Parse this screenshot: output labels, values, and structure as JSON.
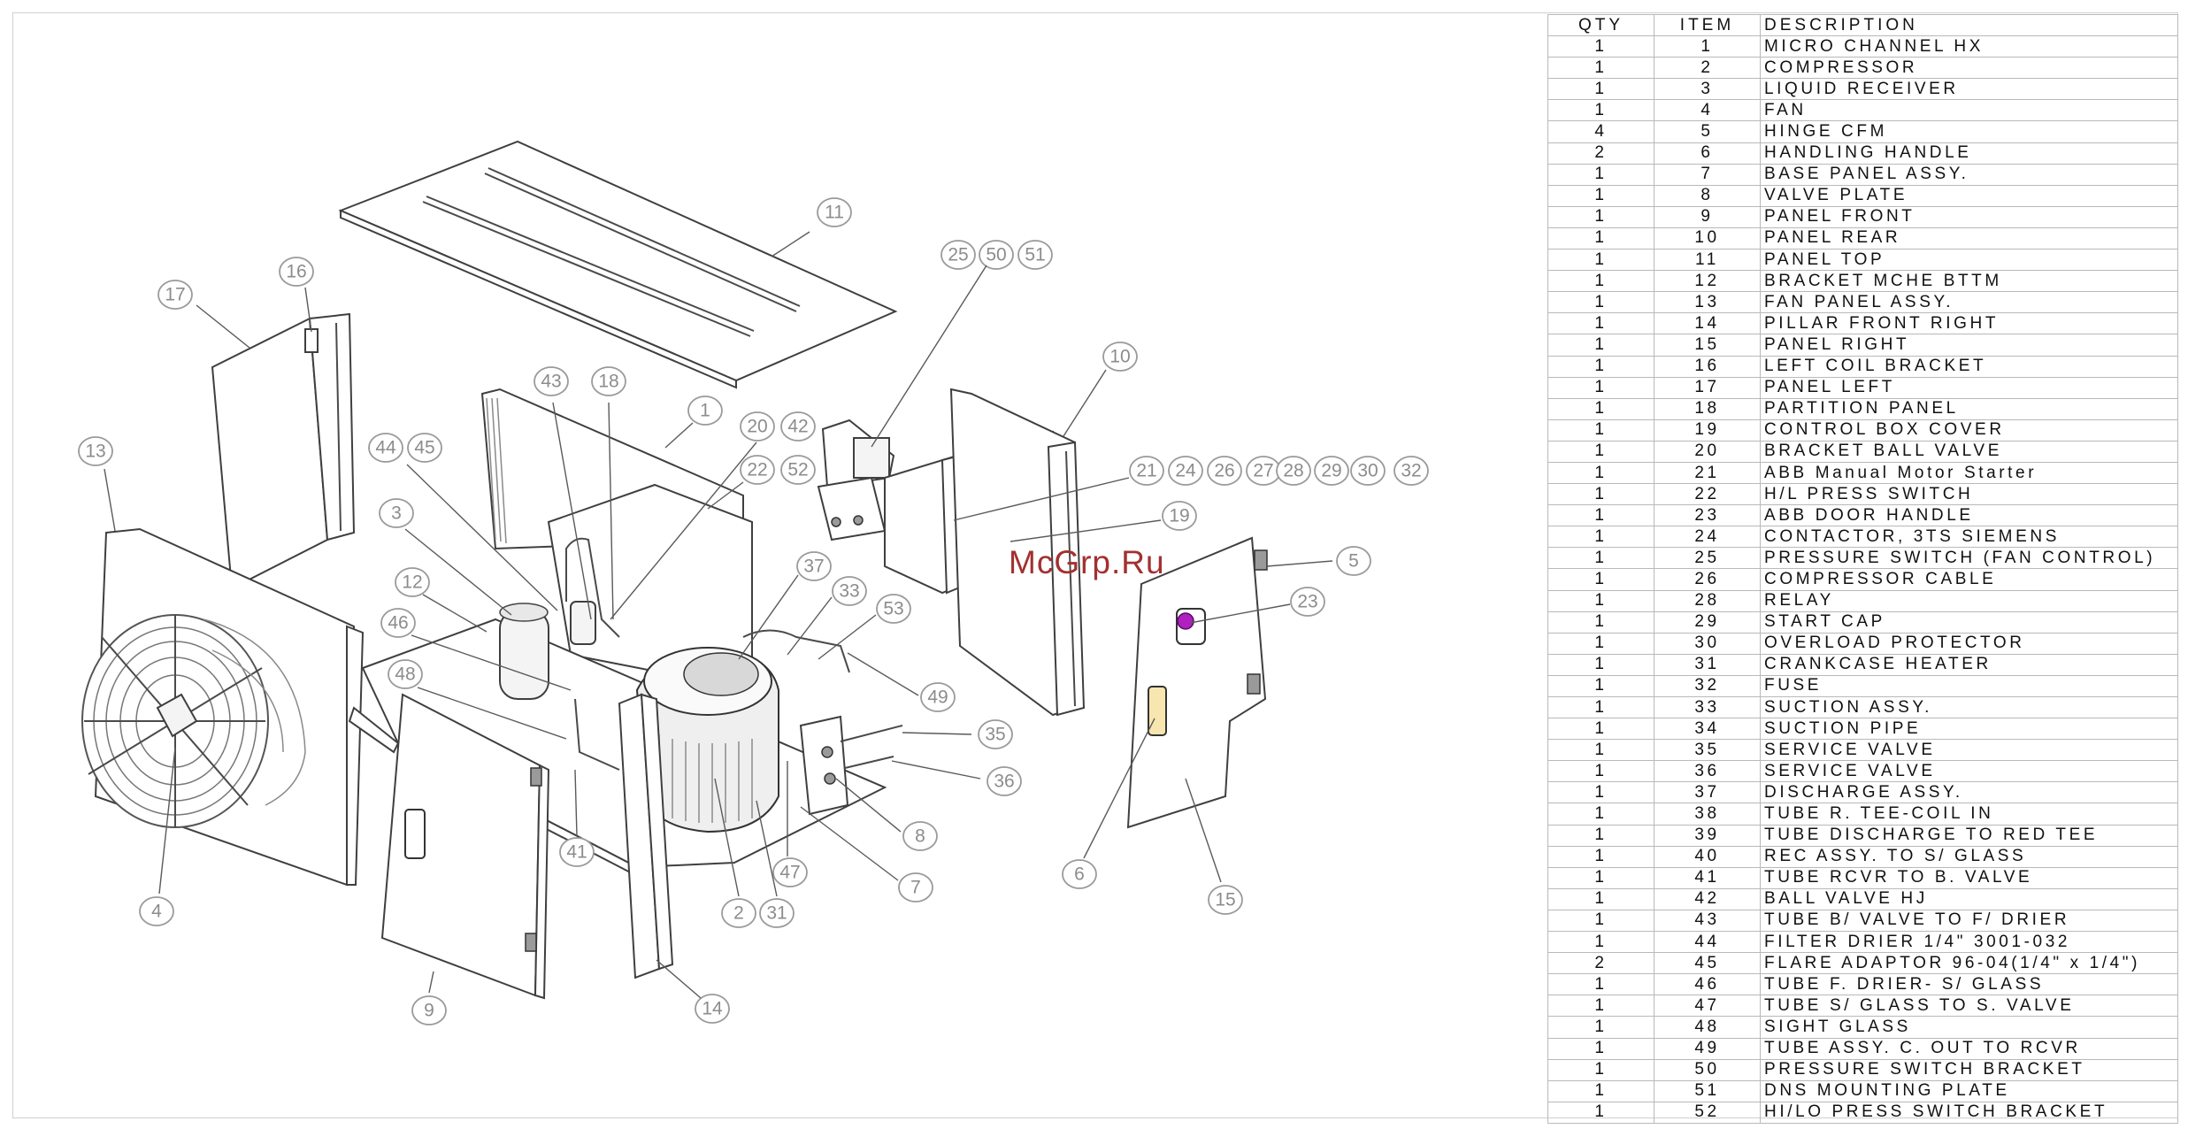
{
  "watermark": "McGrp.Ru",
  "bom": {
    "headers": {
      "qty": "QTY",
      "item": "ITEM",
      "description": "DESCRIPTION"
    },
    "rows": [
      {
        "qty": "1",
        "item": "1",
        "desc": "MICRO CHANNEL HX"
      },
      {
        "qty": "1",
        "item": "2",
        "desc": "COMPRESSOR"
      },
      {
        "qty": "1",
        "item": "3",
        "desc": "LIQUID RECEIVER"
      },
      {
        "qty": "1",
        "item": "4",
        "desc": "FAN"
      },
      {
        "qty": "4",
        "item": "5",
        "desc": "HINGE CFM"
      },
      {
        "qty": "2",
        "item": "6",
        "desc": "HANDLING HANDLE"
      },
      {
        "qty": "1",
        "item": "7",
        "desc": "BASE PANEL ASSY."
      },
      {
        "qty": "1",
        "item": "8",
        "desc": "VALVE PLATE"
      },
      {
        "qty": "1",
        "item": "9",
        "desc": "PANEL FRONT"
      },
      {
        "qty": "1",
        "item": "10",
        "desc": "PANEL REAR"
      },
      {
        "qty": "1",
        "item": "11",
        "desc": "PANEL TOP"
      },
      {
        "qty": "1",
        "item": "12",
        "desc": "BRACKET MCHE BTTM"
      },
      {
        "qty": "1",
        "item": "13",
        "desc": "FAN PANEL ASSY."
      },
      {
        "qty": "1",
        "item": "14",
        "desc": "PILLAR FRONT RIGHT"
      },
      {
        "qty": "1",
        "item": "15",
        "desc": "PANEL RIGHT"
      },
      {
        "qty": "1",
        "item": "16",
        "desc": "LEFT COIL BRACKET"
      },
      {
        "qty": "1",
        "item": "17",
        "desc": "PANEL LEFT"
      },
      {
        "qty": "1",
        "item": "18",
        "desc": "PARTITION PANEL"
      },
      {
        "qty": "1",
        "item": "19",
        "desc": "CONTROL BOX COVER"
      },
      {
        "qty": "1",
        "item": "20",
        "desc": "BRACKET BALL VALVE"
      },
      {
        "qty": "1",
        "item": "21",
        "desc": "ABB Manual Motor Starter"
      },
      {
        "qty": "1",
        "item": "22",
        "desc": "H/L PRESS SWITCH"
      },
      {
        "qty": "1",
        "item": "23",
        "desc": "ABB DOOR HANDLE"
      },
      {
        "qty": "1",
        "item": "24",
        "desc": "CONTACTOR, 3TS SIEMENS"
      },
      {
        "qty": "1",
        "item": "25",
        "desc": "PRESSURE SWITCH (FAN CONTROL)"
      },
      {
        "qty": "1",
        "item": "26",
        "desc": "COMPRESSOR CABLE"
      },
      {
        "qty": "1",
        "item": "28",
        "desc": "RELAY"
      },
      {
        "qty": "1",
        "item": "29",
        "desc": "START CAP"
      },
      {
        "qty": "1",
        "item": "30",
        "desc": "OVERLOAD PROTECTOR"
      },
      {
        "qty": "1",
        "item": "31",
        "desc": "CRANKCASE HEATER"
      },
      {
        "qty": "1",
        "item": "32",
        "desc": "FUSE"
      },
      {
        "qty": "1",
        "item": "33",
        "desc": "SUCTION ASSY."
      },
      {
        "qty": "1",
        "item": "34",
        "desc": "SUCTION PIPE"
      },
      {
        "qty": "1",
        "item": "35",
        "desc": "SERVICE VALVE"
      },
      {
        "qty": "1",
        "item": "36",
        "desc": "SERVICE VALVE"
      },
      {
        "qty": "1",
        "item": "37",
        "desc": "DISCHARGE ASSY."
      },
      {
        "qty": "1",
        "item": "38",
        "desc": "TUBE R. TEE-COIL IN"
      },
      {
        "qty": "1",
        "item": "39",
        "desc": "TUBE DISCHARGE TO RED TEE"
      },
      {
        "qty": "1",
        "item": "40",
        "desc": "REC ASSY. TO S/ GLASS"
      },
      {
        "qty": "1",
        "item": "41",
        "desc": "TUBE RCVR TO B. VALVE"
      },
      {
        "qty": "1",
        "item": "42",
        "desc": "BALL VALVE HJ"
      },
      {
        "qty": "1",
        "item": "43",
        "desc": "TUBE B/ VALVE TO F/ DRIER"
      },
      {
        "qty": "1",
        "item": "44",
        "desc": "FILTER DRIER  1/4\" 3001-032"
      },
      {
        "qty": "2",
        "item": "45",
        "desc": "FLARE ADAPTOR 96-04(1/4\" x 1/4\")"
      },
      {
        "qty": "1",
        "item": "46",
        "desc": "TUBE F. DRIER- S/ GLASS"
      },
      {
        "qty": "1",
        "item": "47",
        "desc": "TUBE S/ GLASS TO S. VALVE"
      },
      {
        "qty": "1",
        "item": "48",
        "desc": "SIGHT GLASS"
      },
      {
        "qty": "1",
        "item": "49",
        "desc": "TUBE ASSY. C. OUT TO RCVR"
      },
      {
        "qty": "1",
        "item": "50",
        "desc": "PRESSURE SWITCH BRACKET"
      },
      {
        "qty": "1",
        "item": "51",
        "desc": "DNS MOUNTING PLATE"
      },
      {
        "qty": "1",
        "item": "52",
        "desc": "HI/LO PRESS SWITCH BRACKET"
      }
    ]
  },
  "callouts": [
    "11",
    "25",
    "50",
    "51",
    "17",
    "16",
    "10",
    "13",
    "44",
    "45",
    "43",
    "18",
    "1",
    "20",
    "42",
    "22",
    "52",
    "21",
    "24",
    "26",
    "27",
    "28",
    "29",
    "30",
    "32",
    "3",
    "12",
    "46",
    "48",
    "37",
    "33",
    "53",
    "19",
    "5",
    "23",
    "49",
    "35",
    "36",
    "8",
    "47",
    "7",
    "41",
    "2",
    "31",
    "4",
    "9",
    "14",
    "6",
    "15"
  ]
}
